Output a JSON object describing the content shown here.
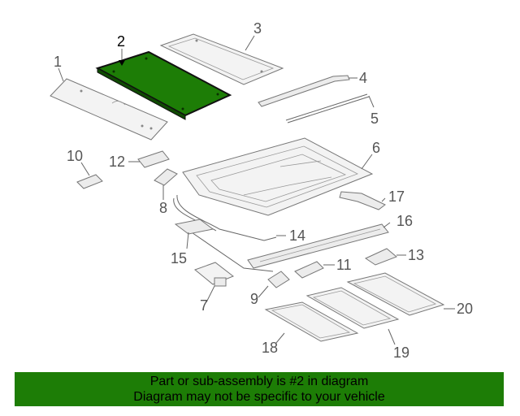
{
  "diagram": {
    "highlighted_part": "2",
    "highlight_color": "#1d7d06",
    "callouts": [
      "1",
      "2",
      "3",
      "4",
      "5",
      "6",
      "7",
      "8",
      "9",
      "10",
      "11",
      "12",
      "13",
      "14",
      "15",
      "16",
      "17",
      "18",
      "19",
      "20"
    ]
  },
  "banner": {
    "line1": "Part or sub-assembly is #2 in diagram",
    "line2": "Diagram may not be specific to your vehicle",
    "background": "#1d7d06"
  }
}
